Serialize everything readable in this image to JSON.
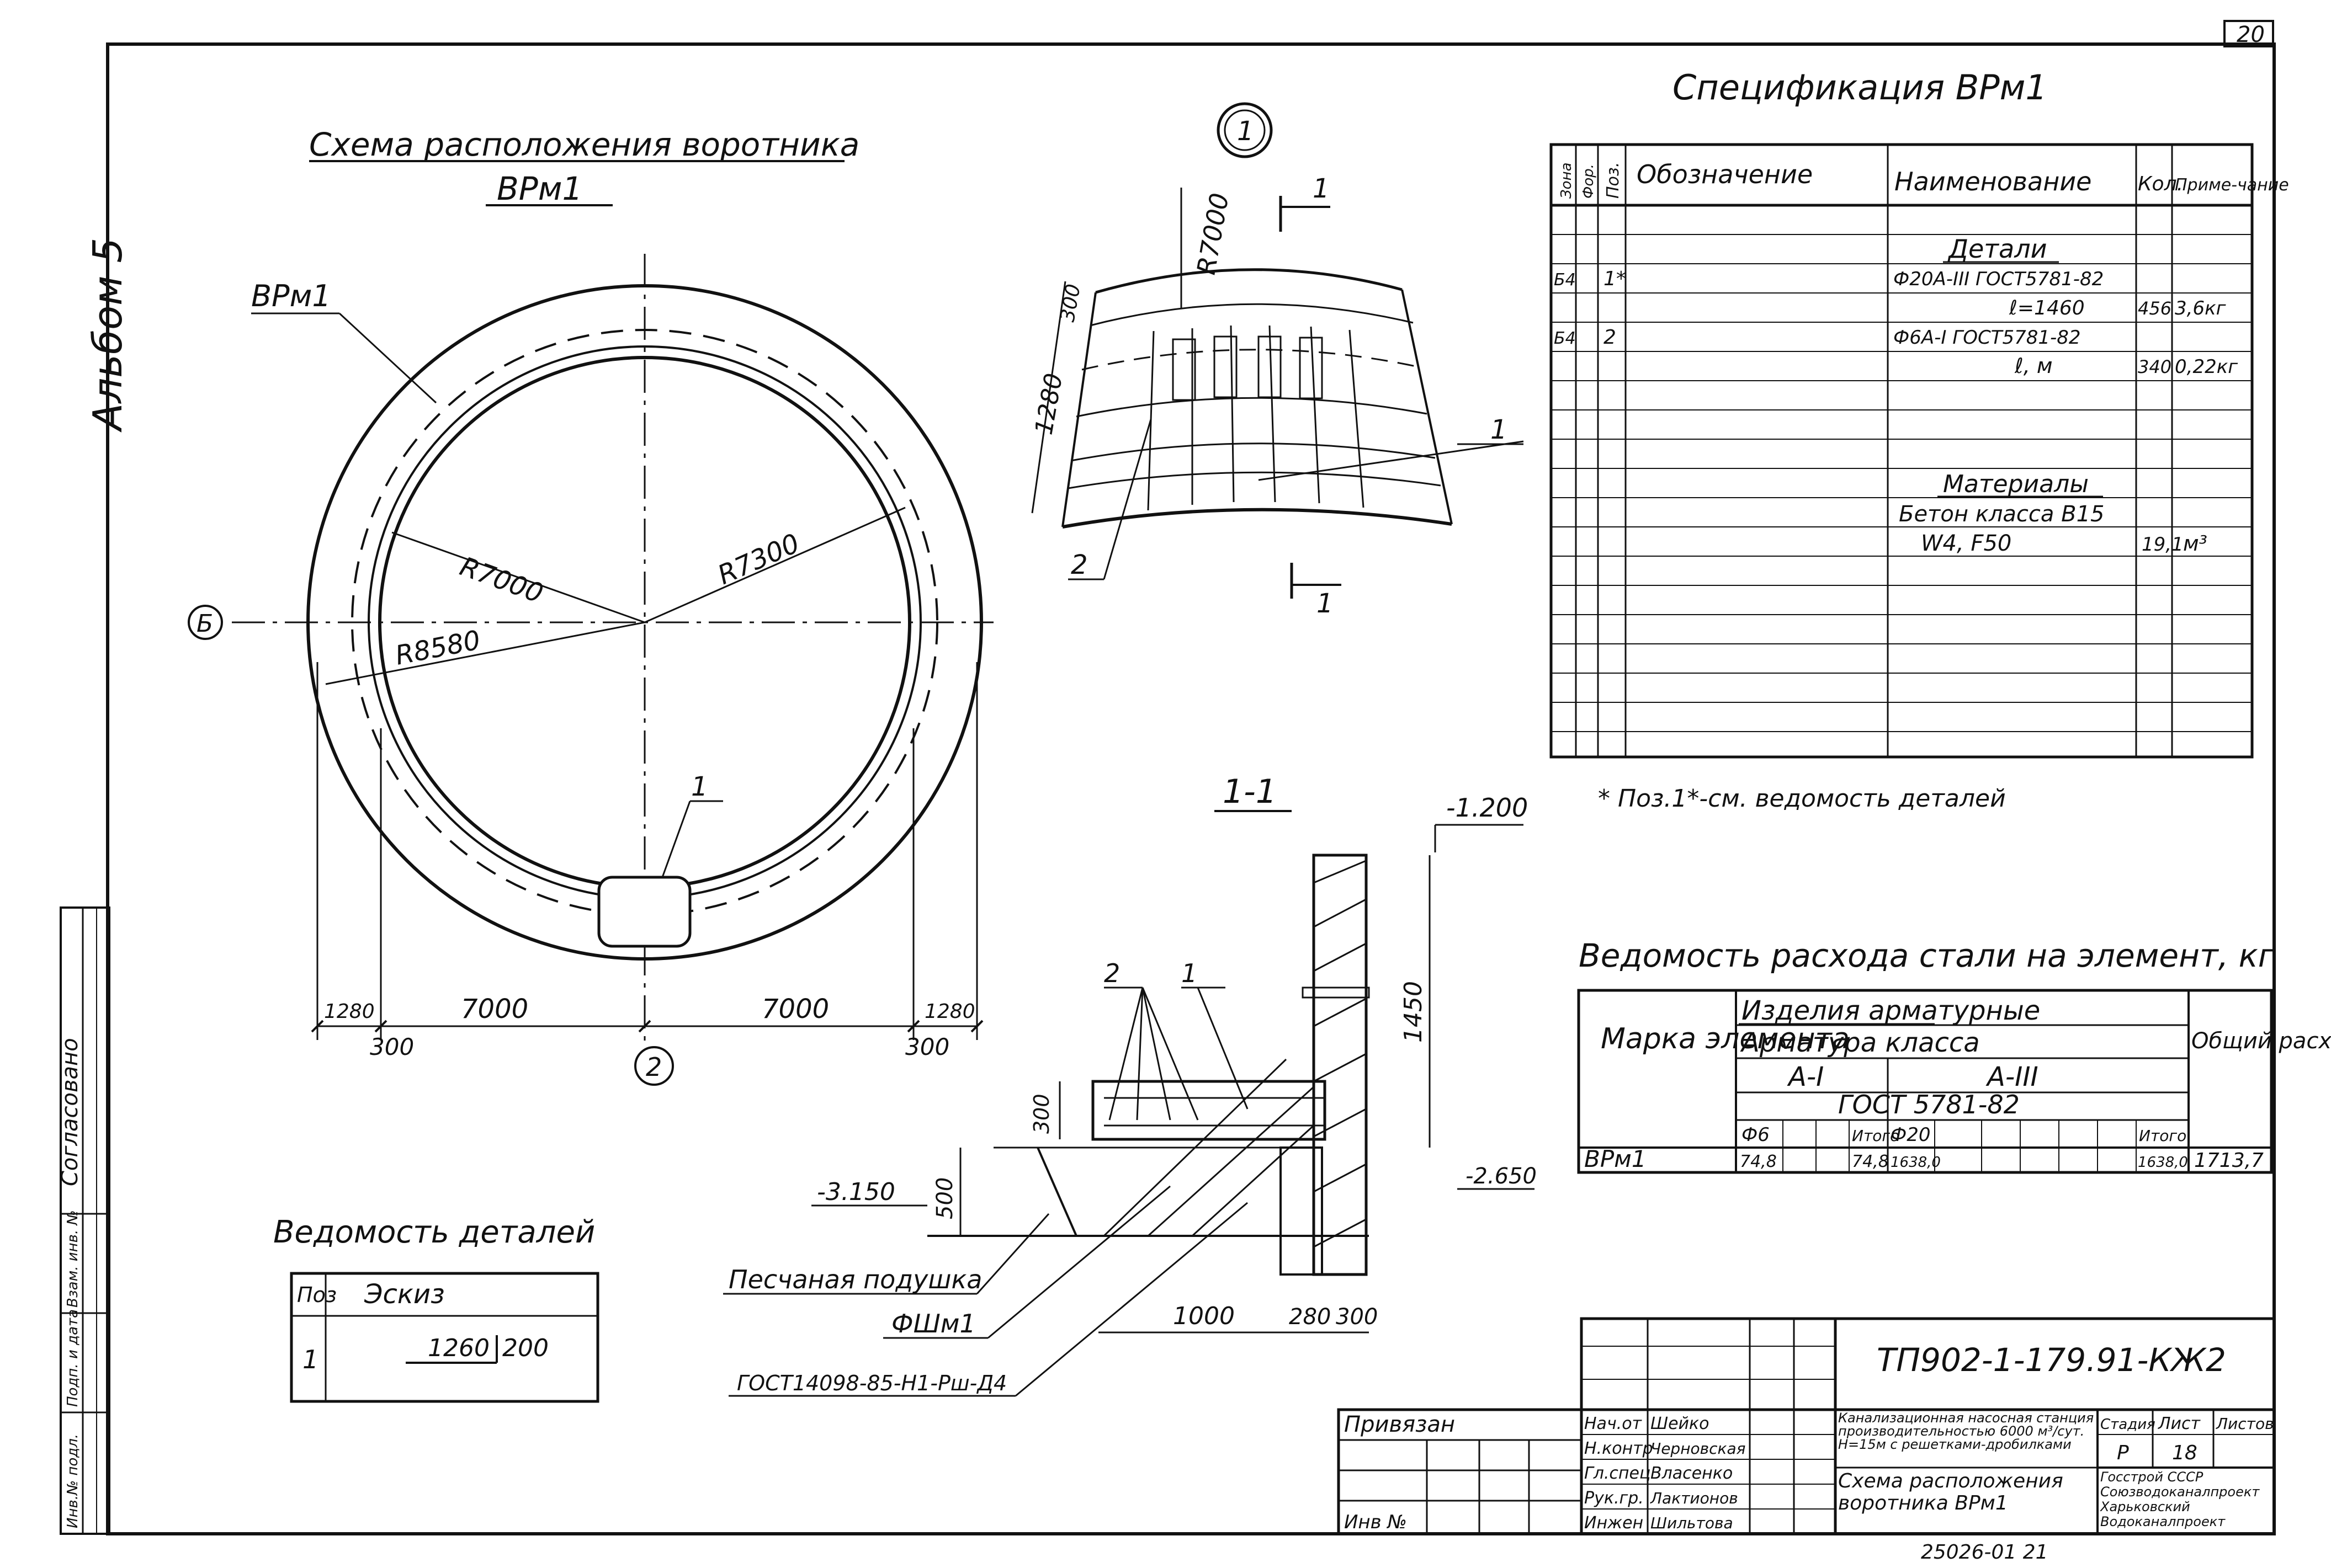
{
  "sheet": {
    "page_number": "20",
    "album": "Альбом 5",
    "bottom_number": "25026-01   21"
  },
  "plan": {
    "title_line1": "Схема расположения воротника",
    "title_line2": "ВРм1",
    "ring_label": "ВРм1",
    "r_inner": "R7000",
    "r_outer": "R7300",
    "r_dashed": "R8580",
    "axis_b": "Б",
    "axis_2": "2",
    "pos_1": "1",
    "dim_left_outer": "1280",
    "dim_left_half": "7000",
    "dim_right_half": "7000",
    "dim_right_outer": "1280",
    "dim_left_300": "300",
    "dim_right_300": "300"
  },
  "detail": {
    "callout": "1",
    "radius": "R7000",
    "dim_300": "300",
    "dim_1280": "1280",
    "cut_label": "1",
    "leader_1": "1",
    "leader_2": "2"
  },
  "section": {
    "title": "1-1",
    "elev_top": "-1.200",
    "elev_mid": "-2.650",
    "elev_bottom": "-3.150",
    "dim_1450": "1450",
    "dim_300": "300",
    "dim_500": "500",
    "dim_1000": "1000",
    "dim_280": "280",
    "dim_300b": "300",
    "leader_2": "2",
    "leader_1": "1",
    "sand_label": "Песчаная подушка",
    "fsh_label": "ФШм1",
    "gost_label": "ГОСТ14098-85-Н1-Рш-Д4"
  },
  "spec": {
    "title": "Спецификация ВРм1",
    "headers": [
      "Зона",
      "Фор.",
      "Поз.",
      "Обозначение",
      "Наименование",
      "Кол.",
      "Приме-чание"
    ],
    "rows": [
      {
        "format": "",
        "pos": "",
        "designation": "",
        "name": "Детали",
        "qty": "",
        "note": ""
      },
      {
        "format": "Б4",
        "pos": "1*",
        "designation": "",
        "name": "Ф20А-III ГОСТ5781-82",
        "qty": "",
        "note": ""
      },
      {
        "format": "",
        "pos": "",
        "designation": "",
        "name": "ℓ=1460",
        "qty": "456",
        "note": "3,6кг"
      },
      {
        "format": "Б4",
        "pos": "2",
        "designation": "",
        "name": "Ф6А-I ГОСТ5781-82",
        "qty": "",
        "note": ""
      },
      {
        "format": "",
        "pos": "",
        "designation": "",
        "name": "ℓ, м",
        "qty": "340",
        "note": "0,22кг"
      },
      {
        "format": "",
        "pos": "",
        "designation": "",
        "name": "Материалы",
        "qty": "",
        "note": ""
      },
      {
        "format": "",
        "pos": "",
        "designation": "",
        "name": "Бетон класса В15",
        "qty": "",
        "note": ""
      },
      {
        "format": "",
        "pos": "",
        "designation": "",
        "name": "W4, F50",
        "qty": "19,1",
        "note": "м³"
      }
    ],
    "footnote": "* Поз.1*-см. ведомость деталей"
  },
  "steel": {
    "title": "Ведомость расхода стали на элемент, кг",
    "mark_header": "Марка элемента",
    "group_header": "Изделия арматурные",
    "class_header": "Арматура класса",
    "class_a1": "А-I",
    "class_a3": "А-III",
    "gost": "ГОСТ 5781-82",
    "total_header": "Общий расход",
    "col_f6": "Ф6",
    "col_total1": "Итого",
    "col_f20": "Ф20",
    "col_total2": "Итого",
    "row_mark": "ВРм1",
    "row_f6": "74,8",
    "row_total1": "74,8",
    "row_f20": "1638,0",
    "row_total2": "1638,0",
    "row_sum": "1713,7"
  },
  "details_list": {
    "title": "Ведомость деталей",
    "col_pos": "Поз",
    "col_sketch": "Эскиз",
    "row_pos": "1",
    "row_dim1": "1260",
    "row_dim2": "200"
  },
  "title_block": {
    "code": "ТП902-1-179.91-КЖ2",
    "privyazan": "Привязан",
    "inv": "Инв №",
    "roles": [
      "Нач.от",
      "Н.контр",
      "Гл.спец",
      "Рук.гр.",
      "Инжен"
    ],
    "names": [
      "Шейко",
      "Черновская",
      "Власенко",
      "Лактионов",
      "Шильтова"
    ],
    "project_desc": "Канализационная насосная станция производительностью 6000 м³/сут. Н=15м с решетками-дробилками",
    "sheet_title": "Схема расположения воротника ВРм1",
    "stage_header": "Стадия",
    "sheet_header": "Лист",
    "sheets_header": "Листов",
    "stage": "Р",
    "sheet_no": "18",
    "org": "Госстрой СССР Союзводоканалпроект Харьковский Водоканалпроект"
  },
  "side_stamp": {
    "approved": "Согласовано",
    "inv_orig": "Инв.№ подл.",
    "sign_date": "Подп. и дата",
    "vzam": "Взам. инв. №"
  }
}
